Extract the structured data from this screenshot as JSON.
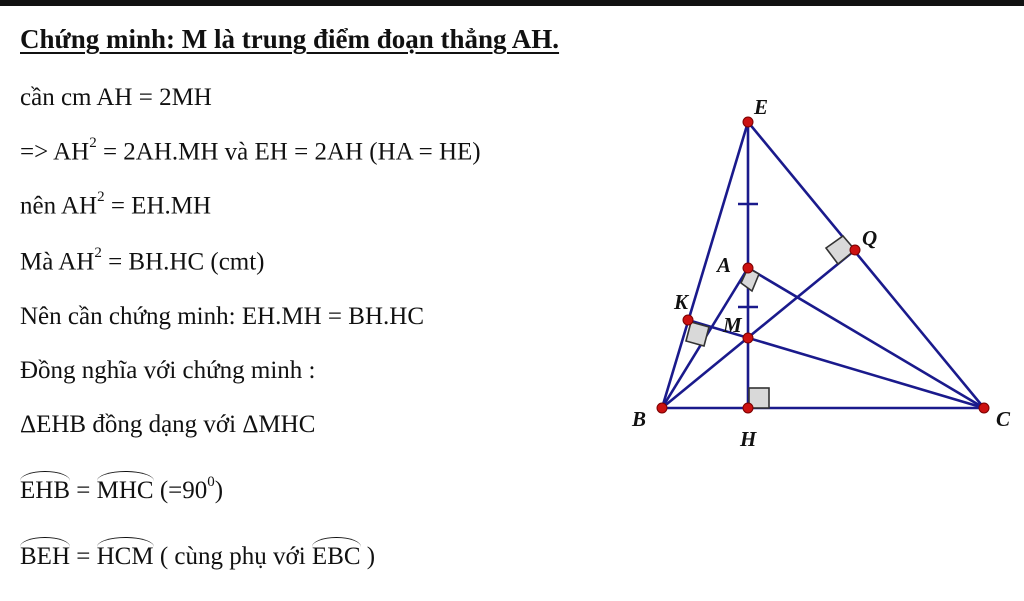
{
  "title": "Chứng minh: M là trung điểm đoạn thẳng AH.",
  "lines": {
    "l1": "cần cm AH = 2MH",
    "l2a": "=> AH",
    "l2sup": "2",
    "l2b": " = 2AH.MH và EH = 2AH (HA = HE)",
    "l3a": "nên AH",
    "l3sup": "2",
    "l3b": " = EH.MH",
    "l4a": "Mà AH",
    "l4sup": "2",
    "l4b": " = BH.HC (cmt)",
    "l5": "Nên cần chứng minh: EH.MH = BH.HC",
    "l6": "Đồng nghĩa với chứng minh :",
    "l7": "ΔEHB đồng dạng với ΔMHC",
    "l8_angle1": "EHB",
    "l8_mid": " = ",
    "l8_angle2": "MHC",
    "l8_tail": " (=90",
    "l8_sup": "0",
    "l8_end": ")",
    "l9_angle1": "BEH",
    "l9_mid": " = ",
    "l9_angle2": "HCM",
    "l9_tail": " ( cùng phụ với ",
    "l9_angle3": "EBC",
    "l9_end": " )"
  },
  "figure": {
    "points": {
      "E": "E",
      "A": "A",
      "Q": "Q",
      "K": "K",
      "M": "M",
      "B": "B",
      "H": "H",
      "C": "C"
    },
    "line_color": "#1a1a8c",
    "point_color": "#cc1111"
  }
}
